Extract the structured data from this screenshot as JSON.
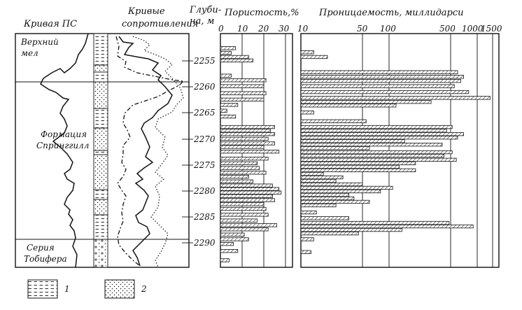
{
  "headers": {
    "sp_curve": "Кривая ПС",
    "resistivity": [
      "Кривые",
      "сопротивления"
    ],
    "depth": [
      "Глуби-",
      "на, м"
    ],
    "porosity": "Пористость,%",
    "permeability": "Проницаемость, миллидарси"
  },
  "formations": [
    "Верхний",
    "мел",
    "Формация",
    "Спринггилл",
    "Серия",
    "Тобифера"
  ],
  "depth_axis": {
    "ticks": [
      "2255",
      "2260",
      "2265",
      "2270",
      "2275",
      "2280",
      "2285",
      "2290"
    ]
  },
  "porosity_axis": {
    "ticks": [
      "0",
      "10",
      "20",
      "30"
    ]
  },
  "permeability_axis": {
    "ticks": [
      "10",
      "50",
      "100",
      "500",
      "1000",
      "1500"
    ]
  },
  "legend": [
    {
      "label": "1",
      "pattern": "dashes"
    },
    {
      "label": "2",
      "pattern": "dots"
    }
  ],
  "chart_data": {
    "type": "bar",
    "depth_range": [
      2252,
      2292
    ],
    "porosity": {
      "range": [
        0,
        30
      ],
      "values": [
        [
          2254.5,
          7
        ],
        [
          2255.3,
          5
        ],
        [
          2256.0,
          13
        ],
        [
          2256.6,
          15
        ],
        [
          2259.2,
          5
        ],
        [
          2260.0,
          21
        ],
        [
          2261.0,
          20
        ],
        [
          2262.2,
          21
        ],
        [
          2263.3,
          20
        ],
        [
          2264.2,
          8
        ],
        [
          2265.2,
          3
        ],
        [
          2266.2,
          7
        ],
        [
          2268.0,
          25
        ],
        [
          2268.6,
          23
        ],
        [
          2269.2,
          25
        ],
        [
          2270.0,
          22
        ],
        [
          2270.8,
          25
        ],
        [
          2271.4,
          20
        ],
        [
          2272.2,
          27
        ],
        [
          2273.4,
          22
        ],
        [
          2274.2,
          17
        ],
        [
          2275.0,
          18
        ],
        [
          2275.8,
          21
        ],
        [
          2276.5,
          13
        ],
        [
          2277.3,
          15
        ],
        [
          2278.0,
          24
        ],
        [
          2278.6,
          27
        ],
        [
          2279.2,
          28
        ],
        [
          2279.8,
          24
        ],
        [
          2280.5,
          25
        ],
        [
          2281.2,
          20
        ],
        [
          2282.0,
          21
        ],
        [
          2283.0,
          22
        ],
        [
          2284.0,
          17
        ],
        [
          2284.8,
          26
        ],
        [
          2285.5,
          22
        ],
        [
          2286.4,
          11
        ],
        [
          2287.2,
          13
        ],
        [
          2288.0,
          6
        ],
        [
          2289.2,
          8
        ],
        [
          2290.8,
          4
        ]
      ]
    },
    "permeability": {
      "range": [
        10,
        1500
      ],
      "scale": "log",
      "values": [
        [
          2255.2,
          14
        ],
        [
          2256.0,
          20
        ],
        [
          2258.6,
          600
        ],
        [
          2259.4,
          700
        ],
        [
          2260.1,
          650
        ],
        [
          2261.0,
          550
        ],
        [
          2262.0,
          800
        ],
        [
          2263.0,
          1400
        ],
        [
          2263.7,
          300
        ],
        [
          2264.3,
          120
        ],
        [
          2265.5,
          14
        ],
        [
          2267.0,
          55
        ],
        [
          2268.0,
          520
        ],
        [
          2268.6,
          450
        ],
        [
          2269.2,
          700
        ],
        [
          2269.8,
          600
        ],
        [
          2270.4,
          150
        ],
        [
          2271.0,
          400
        ],
        [
          2271.6,
          60
        ],
        [
          2272.3,
          520
        ],
        [
          2272.9,
          420
        ],
        [
          2273.6,
          580
        ],
        [
          2274.2,
          200
        ],
        [
          2274.8,
          130
        ],
        [
          2275.4,
          200
        ],
        [
          2276.0,
          18
        ],
        [
          2276.6,
          30
        ],
        [
          2277.2,
          25
        ],
        [
          2277.8,
          50
        ],
        [
          2278.4,
          110
        ],
        [
          2279.0,
          80
        ],
        [
          2279.6,
          35
        ],
        [
          2280.2,
          40
        ],
        [
          2280.8,
          60
        ],
        [
          2281.4,
          25
        ],
        [
          2282.6,
          15
        ],
        [
          2283.6,
          35
        ],
        [
          2284.4,
          480
        ],
        [
          2285.0,
          900
        ],
        [
          2285.6,
          140
        ],
        [
          2286.2,
          45
        ],
        [
          2287.2,
          14
        ],
        [
          2289.4,
          13
        ]
      ]
    }
  }
}
